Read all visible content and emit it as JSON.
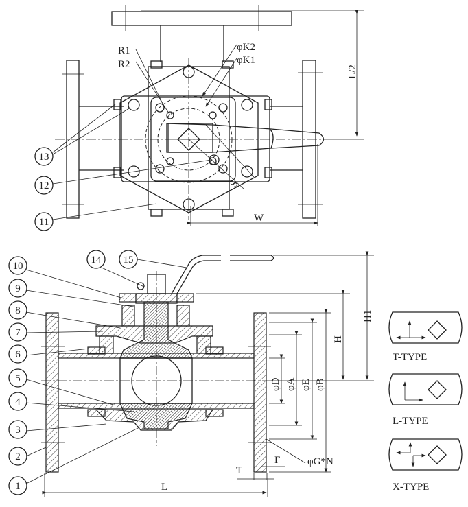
{
  "top_view": {
    "labels": {
      "r1": "R1",
      "r2": "R2",
      "k2": "φK2",
      "k1": "φK1",
      "half_length": "L/2",
      "width": "W",
      "square": "S"
    },
    "balloons": [
      "13",
      "12",
      "11"
    ]
  },
  "section_view": {
    "balloons_left": [
      "10",
      "9",
      "8",
      "7",
      "6",
      "5",
      "4",
      "3",
      "2",
      "1"
    ],
    "balloons_top": [
      "14",
      "15"
    ],
    "dimensions": {
      "h1": "H1",
      "h": "H",
      "d": "φD",
      "a": "φA",
      "e": "φE",
      "b": "φB",
      "gn": "φG*N",
      "f": "F",
      "t": "T",
      "l": "L"
    }
  },
  "port_types": [
    {
      "label": "T-TYPE"
    },
    {
      "label": "L-TYPE"
    },
    {
      "label": "X-TYPE"
    }
  ]
}
